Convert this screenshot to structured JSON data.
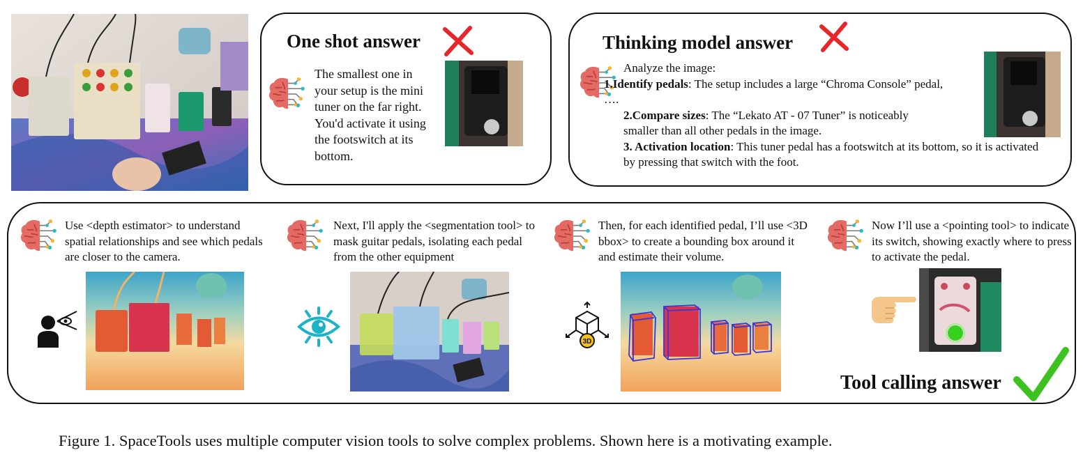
{
  "top_left_photo": {
    "description_icon": "pedalboard-photo"
  },
  "one_shot": {
    "title": "One shot answer",
    "mark": "✗",
    "text": "The smallest one in your setup is the mini tuner on the far right. You'd activate it using the footswitch at its bottom."
  },
  "thinking": {
    "title": "Thinking model answer",
    "mark": "✗",
    "intro": "Analyze the image:",
    "steps": [
      {
        "label": "1.Identify pedals",
        "text": ": The setup includes a large “Chroma Console” pedal, …."
      },
      {
        "label": "2.Compare sizes",
        "text": ": The “Lekato AT - 07 Tuner” is noticeably smaller than all other pedals in the image."
      },
      {
        "label": "3. Activation location",
        "text": ": This tuner pedal has a footswitch at its bottom, so it is activated by pressing that switch with the foot."
      }
    ]
  },
  "tool_steps": [
    {
      "text": "Use <depth estimator> to understand spatial relationships and see which pedals are closer to the camera.",
      "tool_icon": "depth-person-eye-icon"
    },
    {
      "text": "Next, I'll apply the <segmentation tool> to mask guitar pedals, isolating each pedal from the other equipment",
      "tool_icon": "eye-icon"
    },
    {
      "text": "Then, for each identified pedal, I’ll use <3D bbox> to create a bounding box around it and estimate their volume.",
      "tool_icon": "3d-box-icon",
      "badge": "3D"
    },
    {
      "text": "Now I’ll use a <pointing tool> to indicate its switch, showing exactly where to press to activate the pedal.",
      "tool_icon": "pointing-hand-icon"
    }
  ],
  "tool_answer": {
    "title": "Tool calling answer",
    "mark": "✓"
  },
  "caption": "Figure 1. SpaceTools uses multiple computer vision tools to solve complex problems. Shown here is a motivating example.",
  "colors": {
    "wrong": "#e8262a",
    "right": "#3ec21f",
    "brain": "#e05a5a",
    "bbox": "#3b34d6",
    "tool_icon": "#1db3c6"
  }
}
